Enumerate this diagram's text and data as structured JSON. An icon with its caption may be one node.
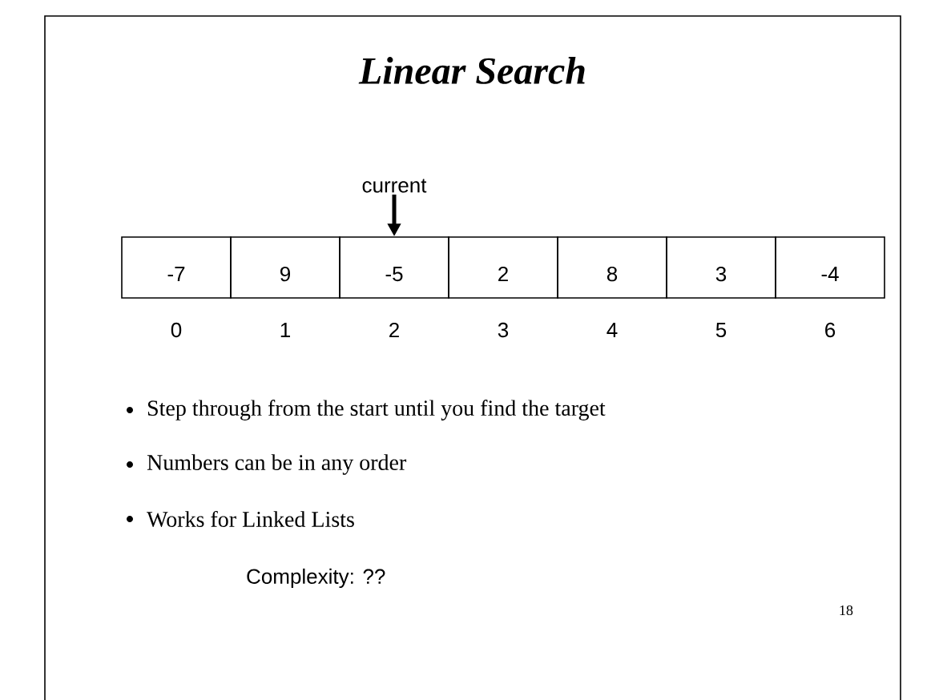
{
  "diagram": {
    "title": "Linear Search",
    "nodes": [
      {
        "text": [
          "-7"
        ],
        "beside": [
          "0"
        ]
      },
      {
        "text": [
          "9"
        ],
        "beside": [
          "1"
        ]
      },
      {
        "text": [
          "-5"
        ],
        "beside": [
          "2"
        ]
      },
      {
        "text": [
          "2"
        ],
        "beside": [
          "3"
        ]
      },
      {
        "text": [
          "8"
        ],
        "beside": [
          "4"
        ]
      },
      {
        "text": [
          "3"
        ],
        "beside": [
          "5"
        ]
      },
      {
        "text": [
          "-4"
        ],
        "beside": [
          "6"
        ]
      },
      {
        "text": [
          "current"
        ]
      }
    ],
    "edges": [
      {
        "from": 7,
        "to": 2,
        "arrow": "to"
      }
    ],
    "labels": [
      "Step through from the start until you find the target",
      "Numbers can be in any order",
      "Works for Linked Lists",
      "Complexity: ??",
      "18"
    ]
  }
}
